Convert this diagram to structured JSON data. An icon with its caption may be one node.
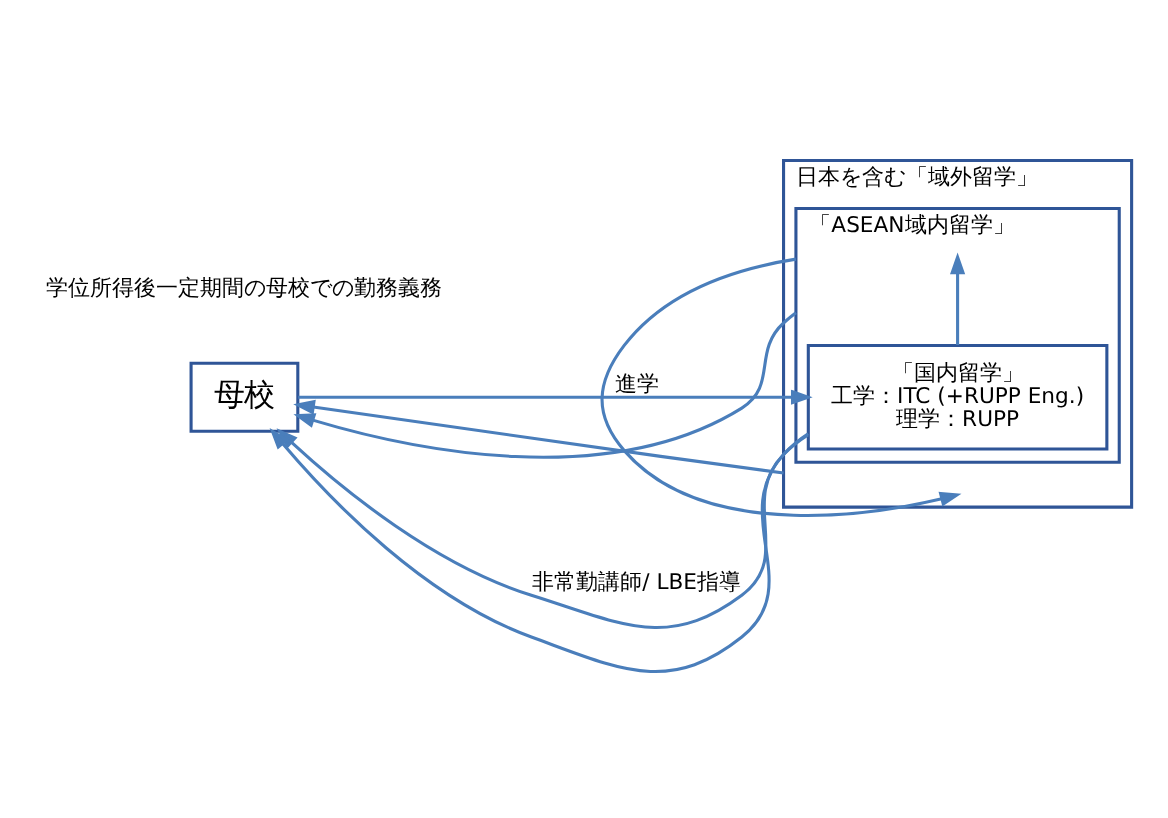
{
  "diagram": {
    "nodes": [
      {
        "text": [
          "母校"
        ]
      },
      {
        "text": [
          "日本を含む「域外留学」"
        ]
      },
      {
        "text": [
          "「ASEAN域内留学」"
        ],
        "in": 1
      },
      {
        "text": [
          "「国内留学」",
          "工学：ITC (+RUPP Eng.)",
          "理学：RUPP"
        ],
        "in": 2
      }
    ],
    "edges": [
      {
        "from": 0,
        "to": 3,
        "label": "進学",
        "arrow": "to"
      },
      {
        "from": 3,
        "to": 0,
        "label": "非常勤講師/ LBE指導",
        "arrow": "to"
      },
      {
        "from": 3,
        "to": 2,
        "arrow": "to"
      },
      {
        "from": 2,
        "to": 1,
        "arrow": "to"
      },
      {
        "from": 3,
        "to": 0,
        "arrow": "to"
      },
      {
        "from": 2,
        "to": 0,
        "arrow": "to"
      },
      {
        "from": 1,
        "to": 0,
        "arrow": "to"
      }
    ],
    "labels": [
      "学位所得後一定期間の母校での勤務義務"
    ]
  }
}
